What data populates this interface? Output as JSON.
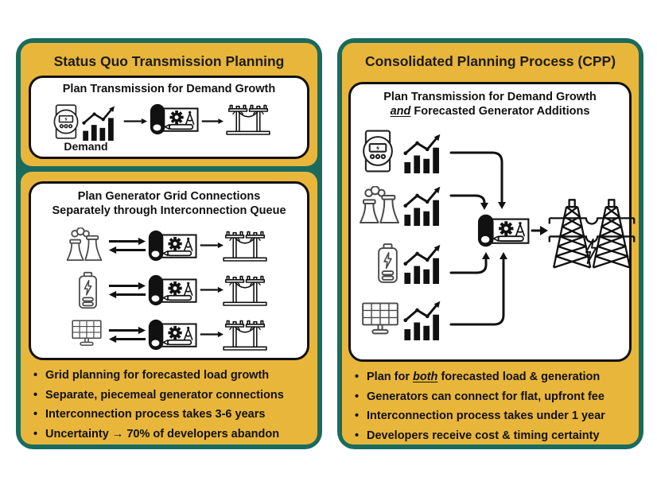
{
  "left_panel": {
    "title": "Status Quo Transmission Planning",
    "box1": {
      "heading": "Plan Transmission for Demand Growth",
      "demand_label": "Demand"
    },
    "box2": {
      "heading_line1": "Plan Generator Grid Connections",
      "heading_line2": "Separately through Interconnection Queue"
    },
    "bullets": [
      "Grid planning for forecasted load growth",
      "Separate, piecemeal generator connections",
      "Interconnection process takes 3-6 years",
      "Uncertainty → 70% of developers abandon"
    ]
  },
  "right_panel": {
    "title": "Consolidated Planning Process (CPP)",
    "box": {
      "heading_line1": "Plan Transmission for Demand Growth",
      "heading_line2_emphasis": "and",
      "heading_line2_rest": " Forecasted Generator Additions"
    },
    "bullets": {
      "b1_pre": "Plan for ",
      "b1_em": "both",
      "b1_post": " forecasted load & generation",
      "b2": "Generators can connect for flat, upfront fee",
      "b3": "Interconnection process takes under 1 year",
      "b4": "Developers receive cost & timing certainty"
    }
  },
  "icons": {
    "meter": "electric-meter-icon",
    "chart": "growth-bar-chart-icon",
    "blueprint": "planning-blueprint-icon",
    "poles": "utility-poles-icon",
    "plant": "power-plant-icon",
    "battery": "battery-storage-icon",
    "solar": "solar-panel-icon",
    "towers": "transmission-towers-icon",
    "arrow": "arrow-right-icon",
    "double_arrow": "double-arrow-icon"
  },
  "colors": {
    "gold": "#E9B63C",
    "teal": "#1A6B5E",
    "line_black": "#111111",
    "icon_gray": "#4A4A4A",
    "box_white": "#FFFFFF"
  }
}
